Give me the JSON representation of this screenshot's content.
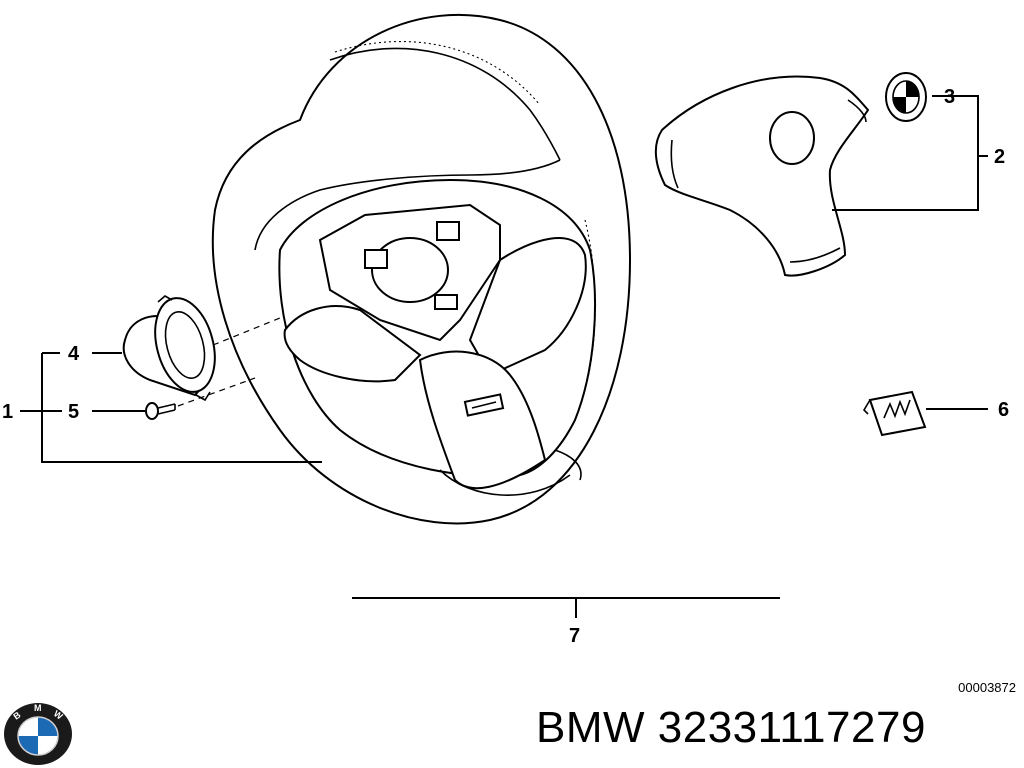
{
  "callouts": {
    "c1": "1",
    "c2": "2",
    "c3": "3",
    "c4": "4",
    "c5": "5",
    "c6": "6",
    "c7": "7"
  },
  "diagram_id": "00003872",
  "brand": {
    "name": "BMW",
    "part_number": "32331117279",
    "logo_letters": "BMW"
  },
  "colors": {
    "line": "#000000",
    "background": "#ffffff",
    "logo_blue": "#1c69b4"
  }
}
